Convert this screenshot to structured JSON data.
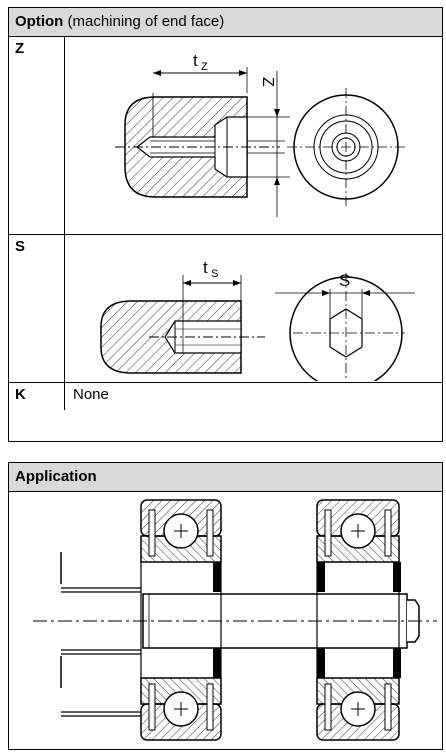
{
  "option_table": {
    "header_bold": "Option",
    "header_rest": " (machining of end face)",
    "rows": [
      {
        "key": "Z",
        "dimension_label": "t",
        "dimension_sub": "Z",
        "side_label": "Z"
      },
      {
        "key": "S",
        "dimension_label": "t",
        "dimension_sub": "S",
        "side_label": "S"
      },
      {
        "key": "K",
        "text": "None"
      }
    ]
  },
  "application_table": {
    "header": "Application"
  }
}
